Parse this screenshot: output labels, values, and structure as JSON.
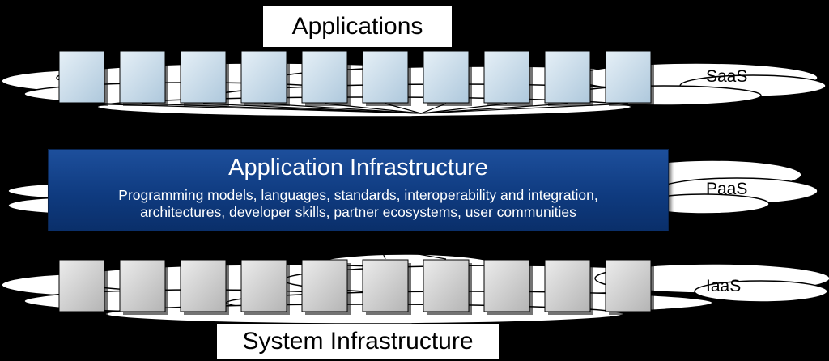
{
  "applications_label": "Applications",
  "system_infrastructure_label": "System Infrastructure",
  "saas_label": "SaaS",
  "paas_label": "PaaS",
  "iaas_label": "IaaS",
  "app_infra": {
    "title": "Application Infrastructure",
    "description_line1": "Programming models, languages, standards, interoperability and integration,",
    "description_line2": "architectures, developer skills, partner ecosystems, user communities"
  },
  "colors": {
    "background": "#000000",
    "cloud": "#ffffff",
    "app_box_light": "#e6f0f7",
    "app_box_dark": "#aec8dc",
    "infra_box_light": "#ececec",
    "infra_box_dark": "#b4b4b4",
    "app_infra_blue": "#0f3b80"
  }
}
